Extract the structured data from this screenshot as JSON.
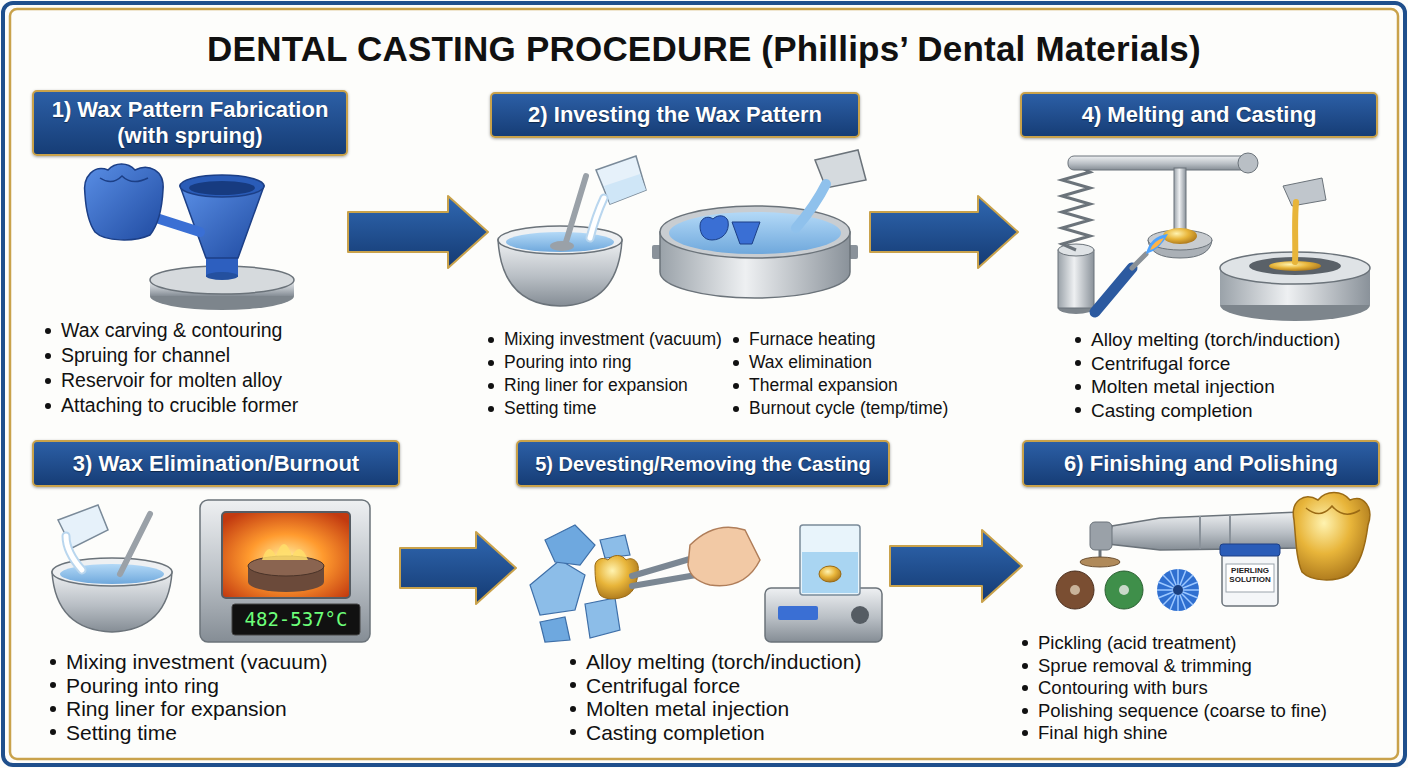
{
  "diagram": {
    "title": "DENTAL CASTING PROCEDURE (Phillips’ Dental Materials)",
    "nodes": [
      {
        "text": [
          "1) Wax Pattern Fabrication (with spruing)",
          "Wax carving & contouring",
          "Spruing for channel",
          "Reservoir for molten alloy",
          "Attaching to crucible former"
        ]
      },
      {
        "text": [
          "2) Investing the Wax Pattern",
          "Mixing investment (vacuum)",
          "Pouring into ring",
          "Ring liner for expansion",
          "Setting time",
          "Furnace heating",
          "Wax elimination",
          "Thermal expansion",
          "Burnout cycle (temp/time)"
        ]
      },
      {
        "text": [
          "4) Melting and Casting",
          "Alloy melting (torch/induction)",
          "Centrifugal force",
          "Molten metal injection",
          "Casting completion"
        ]
      },
      {
        "text": [
          "3) Wax Elimination/Burnout",
          "Mixing investment (vacuum)",
          "Pouring into ring",
          "Ring liner for expansion",
          "Setting time"
        ]
      },
      {
        "text": [
          "5) Devesting/Removing the Casting",
          "Alloy melting (torch/induction)",
          "Centrifugal force",
          "Molten metal injection",
          "Casting completion"
        ]
      },
      {
        "text": [
          "6) Finishing and Polishing",
          "Pickling (acid treatment)",
          "Sprue removal & trimming",
          "Contouring with burs",
          "Polishing sequence (coarse to fine)",
          "Final high shine"
        ]
      }
    ],
    "edges": [
      {
        "from": 0,
        "to": 1,
        "arrow": "to"
      },
      {
        "from": 1,
        "to": 2,
        "arrow": "to"
      },
      {
        "from": 3,
        "to": 4,
        "arrow": "to"
      },
      {
        "from": 4,
        "to": 5,
        "arrow": "to"
      }
    ],
    "labels": [
      "482-537°C",
      "PIERLING SOLUTION"
    ]
  }
}
